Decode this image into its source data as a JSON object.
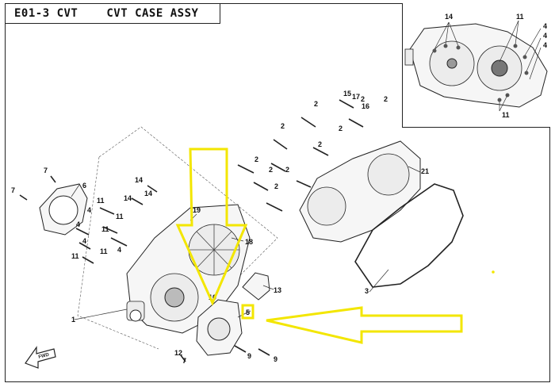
{
  "header": {
    "code": "E01-3 CVT",
    "title": "CVT CASE ASSY"
  },
  "callouts": {
    "c1": "1",
    "c2": "2",
    "c3": "3",
    "c4": "4",
    "c5": "5",
    "c6": "6",
    "c7": "7",
    "c9": "9",
    "c10": "10",
    "c11": "11",
    "c12": "12",
    "c13": "13",
    "c14": "14",
    "c15": "15",
    "c16": "16",
    "c17": "17",
    "c18": "18",
    "c19": "19",
    "c21": "21"
  },
  "colors": {
    "highlight": "#f3e600",
    "ink": "#222222"
  },
  "icons": {
    "front_arrow": "fwd-arrow-icon"
  },
  "fwd_label": "FWD"
}
